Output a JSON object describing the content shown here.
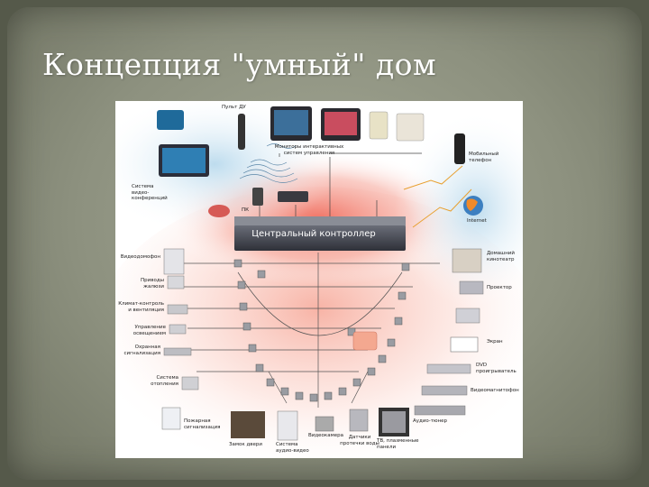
{
  "slide": {
    "title": "Концепция \"умный\" дом"
  },
  "diagram": {
    "controller_label": "Центральный контроллер",
    "labels": {
      "remote": "Пульт ДУ",
      "monitors": "Мониторы интерактивных\nсистем управления",
      "pc": "ПК",
      "mobile_phone": "Мобильный\nтелефон",
      "internet": "Internet",
      "intercom": "Видеодомофон",
      "blinds": "Приводы\nжалюзи",
      "climate": "Климат-контроль\nи вентиляция",
      "lighting": "Управление\nосвещением",
      "security": "Охранная\nсигнализация",
      "heating": "Система\nотопления",
      "audio_system": "Система\nаудио-видео",
      "water_leak": "Датчики\nпротечки воды",
      "fire_alarm": "Пожарная\nсигнализация",
      "door_lock": "Замок двери",
      "video_cam": "Видеокамера",
      "tv": "ТВ, плазменные\nпанели",
      "home_theater": "Домашний кинотеатр",
      "projector": "Проектор",
      "screen": "Экран",
      "dvd": "DVD\nпроигрыватель",
      "vcr": "Видеомагнитофон",
      "tuner": "Аудио-тюнер",
      "videoconf": "Система\nвидео-\nконференций"
    }
  },
  "colors": {
    "slide_bg": "#55594a",
    "board": "#8d917f",
    "controller": "#3a3c44",
    "glow": "#f27a6a"
  }
}
